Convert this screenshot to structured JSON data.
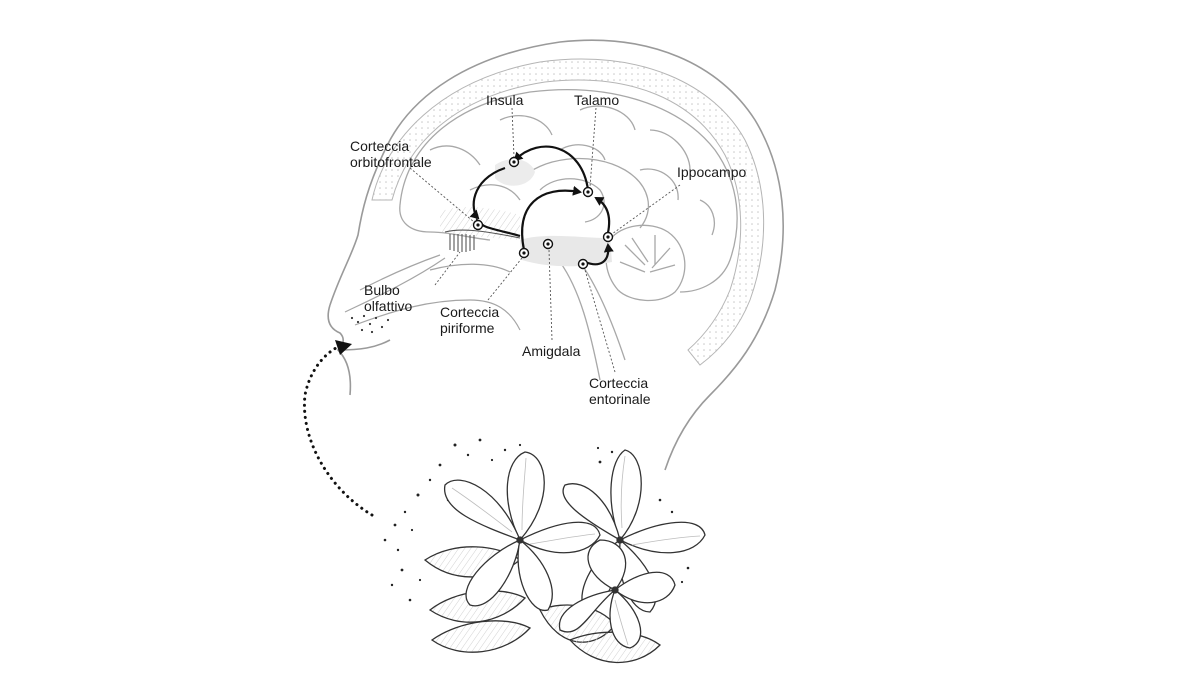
{
  "labels": {
    "insula": "Insula",
    "talamo": "Talamo",
    "orbitofrontale": [
      "Corteccia",
      "orbitofrontale"
    ],
    "ippocampo": "Ippocampo",
    "bulbo": [
      "Bulbo",
      "olfattivo"
    ],
    "piriforme": [
      "Corteccia",
      "piriforme"
    ],
    "amigdala": "Amigdala",
    "entorinale": [
      "Corteccia",
      "entorinale"
    ]
  },
  "colors": {
    "outline": "#9a9a9a",
    "shade": "#e6e6e6",
    "arrow": "#111111",
    "text": "#1a1a1a"
  },
  "icons": {
    "head": "head-profile-outline",
    "brain": "brain-outline",
    "flower": "frangipani-flower",
    "scent_path": "dotted-scent-arrow"
  }
}
